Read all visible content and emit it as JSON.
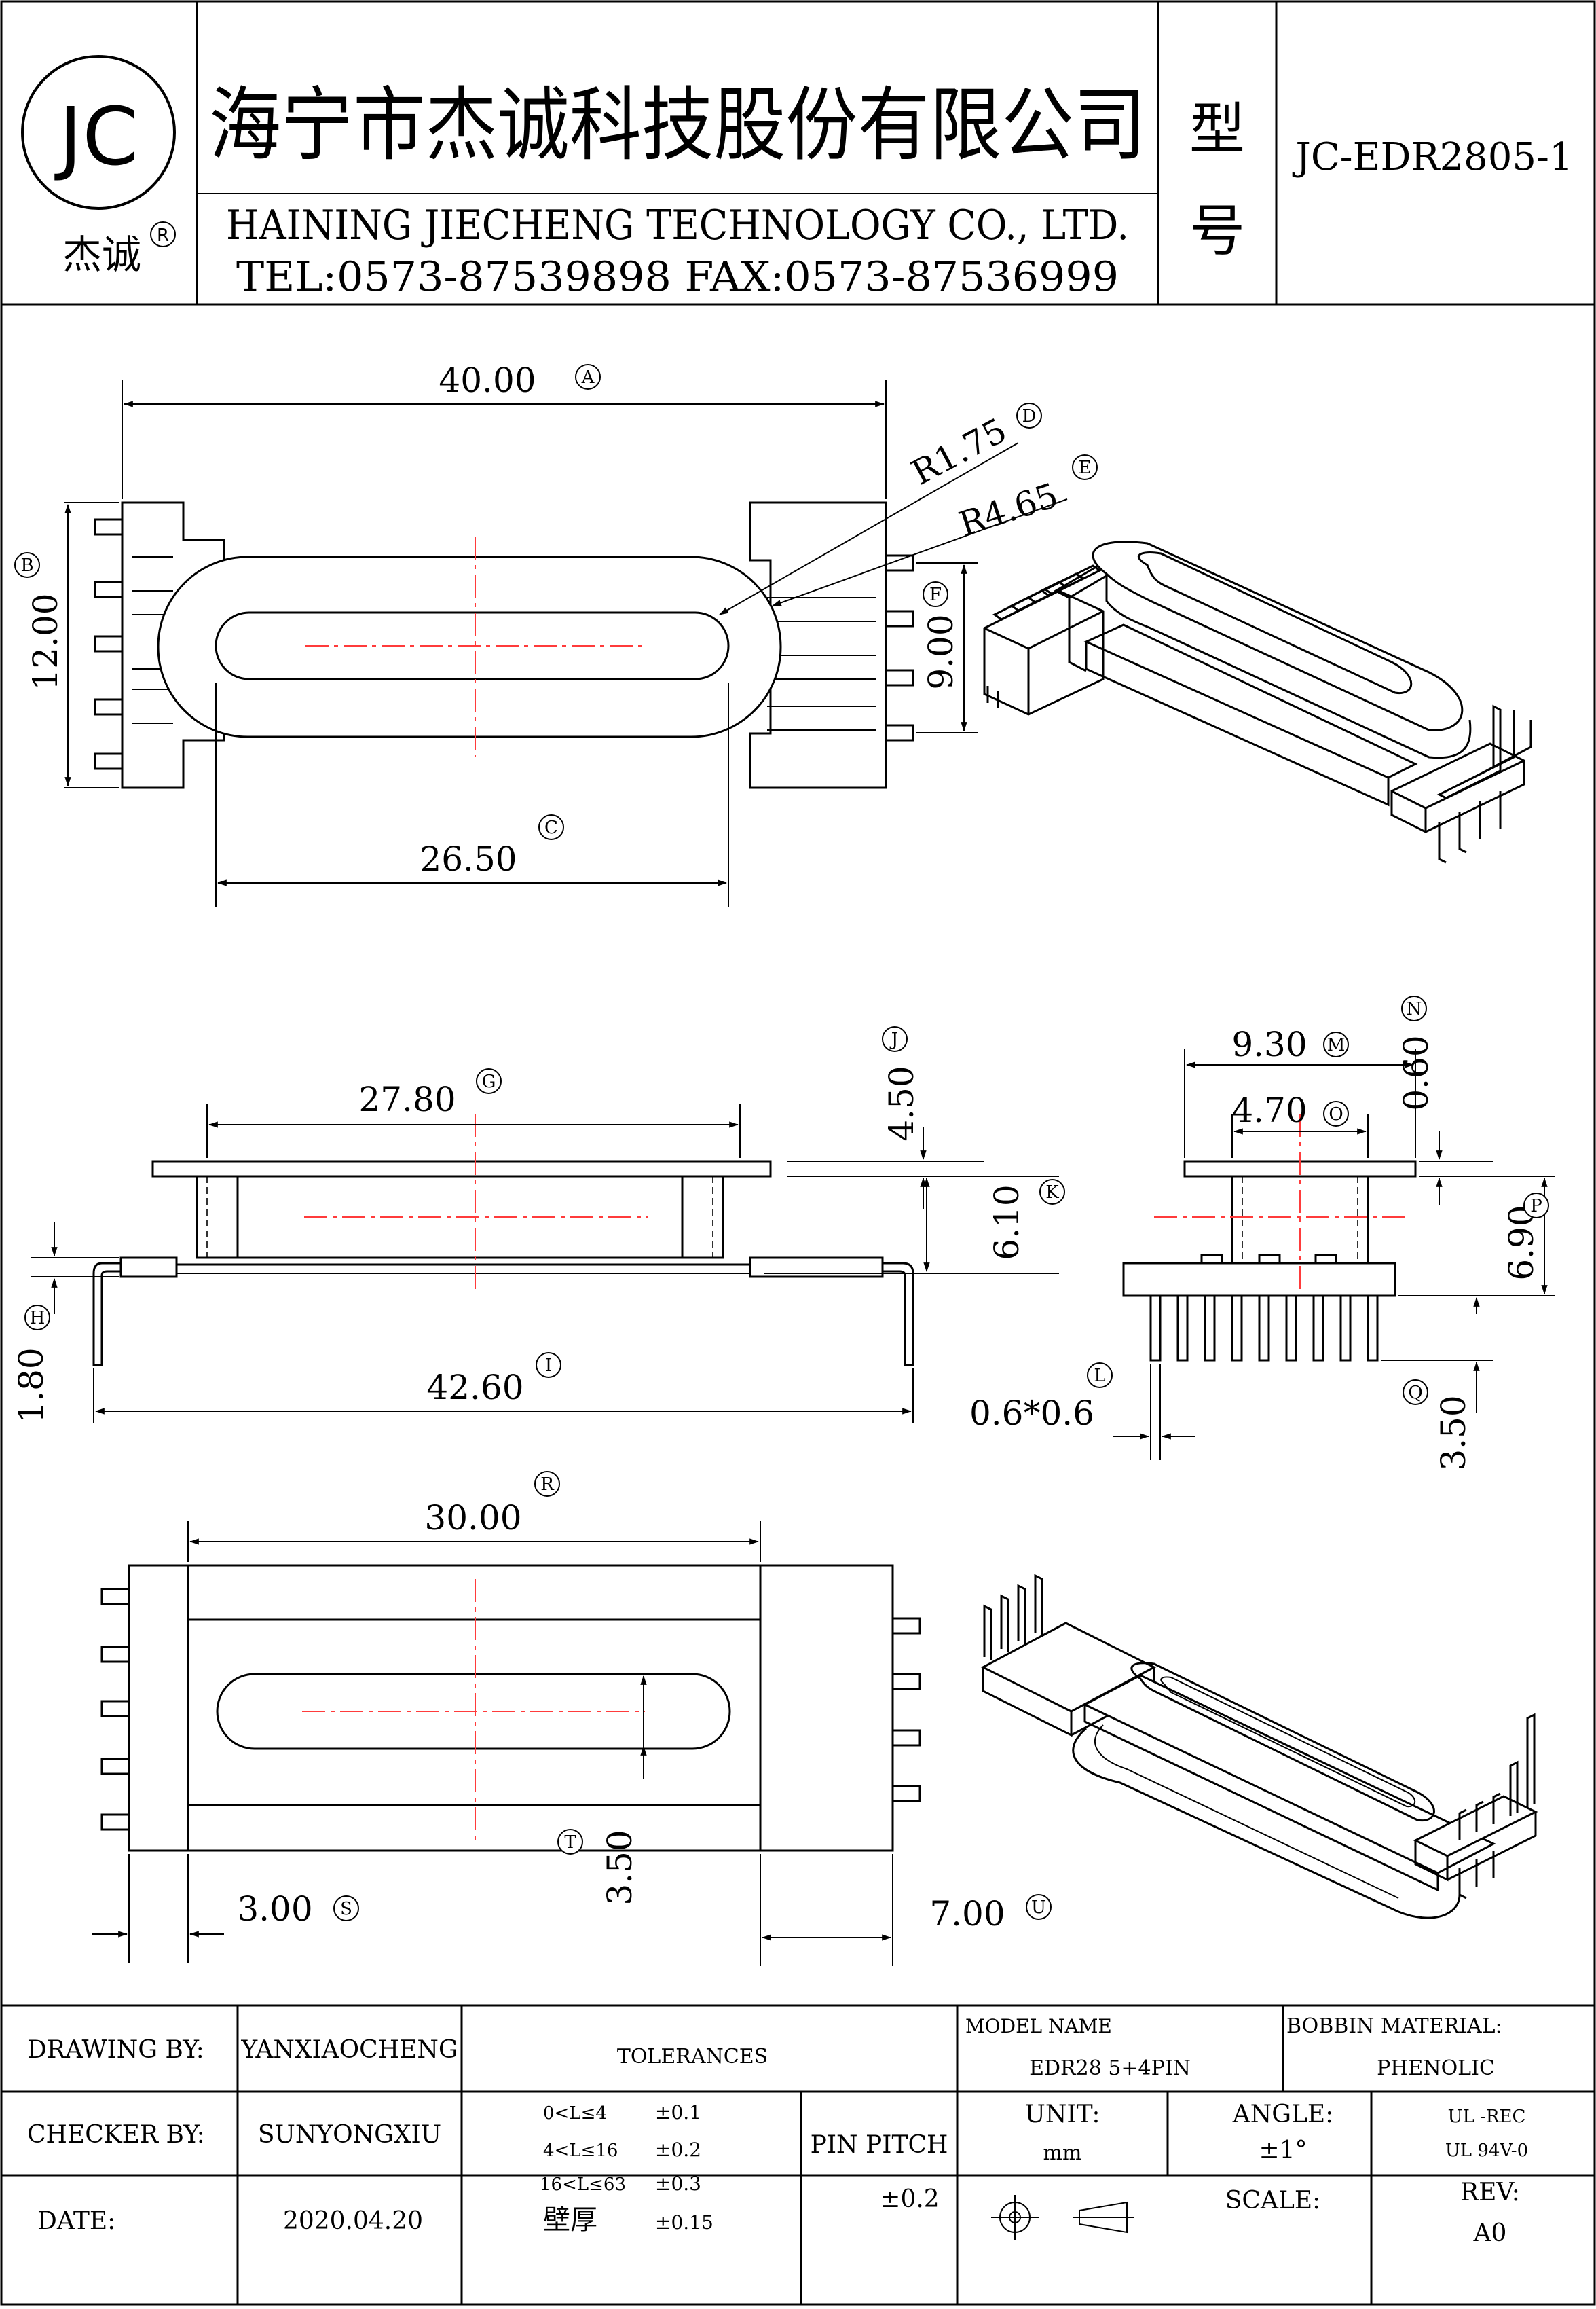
{
  "title_block": {
    "logo_letters": "JC",
    "logo_brand": "杰诚",
    "registered": "R",
    "company_cn": "海宁市杰诚科技股份有限公司",
    "company_en": "HAINING JIECHENG TECHNOLOGY CO., LTD.",
    "contact": "TEL:0573-87539898  FAX:0573-87536999",
    "model_label_1": "型",
    "model_label_2": "号",
    "model_no": "JC-EDR2805-1"
  },
  "dimensions": {
    "A": {
      "mark": "A",
      "value": "40.00"
    },
    "B": {
      "mark": "B",
      "value": "12.00"
    },
    "C": {
      "mark": "C",
      "value": "26.50"
    },
    "D": {
      "mark": "D",
      "value": "R1.75"
    },
    "E": {
      "mark": "E",
      "value": "R4.65"
    },
    "F": {
      "mark": "F",
      "value": "9.00"
    },
    "G": {
      "mark": "G",
      "value": "27.80"
    },
    "H": {
      "mark": "H",
      "value": "1.80"
    },
    "I": {
      "mark": "I",
      "value": "42.60"
    },
    "J": {
      "mark": "J",
      "value": "4.50"
    },
    "K": {
      "mark": "K",
      "value": "6.10"
    },
    "L": {
      "mark": "L",
      "value": "0.6*0.6"
    },
    "M": {
      "mark": "M",
      "value": "9.30"
    },
    "N": {
      "mark": "N",
      "value": "0.60"
    },
    "O": {
      "mark": "O",
      "value": "4.70"
    },
    "P": {
      "mark": "P",
      "value": "6.90"
    },
    "Q": {
      "mark": "Q",
      "value": "3.50"
    },
    "R": {
      "mark": "R",
      "value": "30.00"
    },
    "S": {
      "mark": "S",
      "value": "3.00"
    },
    "T": {
      "mark": "T",
      "value": "3.50"
    },
    "U": {
      "mark": "U",
      "value": "7.00"
    }
  },
  "footer": {
    "drawing_by_label": "DRAWING  BY:",
    "drawing_by": "YANXIAOCHENG",
    "checker_by_label": "CHECKER  BY:",
    "checker_by": "SUNYONGXIU",
    "date_label": "DATE:",
    "date": "2020.04.20",
    "tolerances_label": "TOLERANCES",
    "tol_rows": [
      {
        "range": "0<L≤4",
        "tol": "±0.1"
      },
      {
        "range": "4<L≤16",
        "tol": "±0.2"
      },
      {
        "range": "16<L≤63",
        "tol": "±0.3"
      },
      {
        "range": "壁厚",
        "tol": "±0.15"
      }
    ],
    "pin_pitch_label": "PIN PITCH",
    "pin_pitch": "±0.2",
    "model_name_label": "MODEL NAME",
    "model_name": "EDR28  5+4PIN",
    "bobbin_label": "BOBBIN MATERIAL:",
    "bobbin": "PHENOLIC",
    "unit_label": "UNIT:",
    "unit": "mm",
    "angle_label": "ANGLE:",
    "angle": "±1°",
    "ul_1": "UL -REC",
    "ul_2": "UL  94V-0",
    "scale_label": "SCALE:",
    "rev_label": "REV:",
    "rev": "A0"
  }
}
